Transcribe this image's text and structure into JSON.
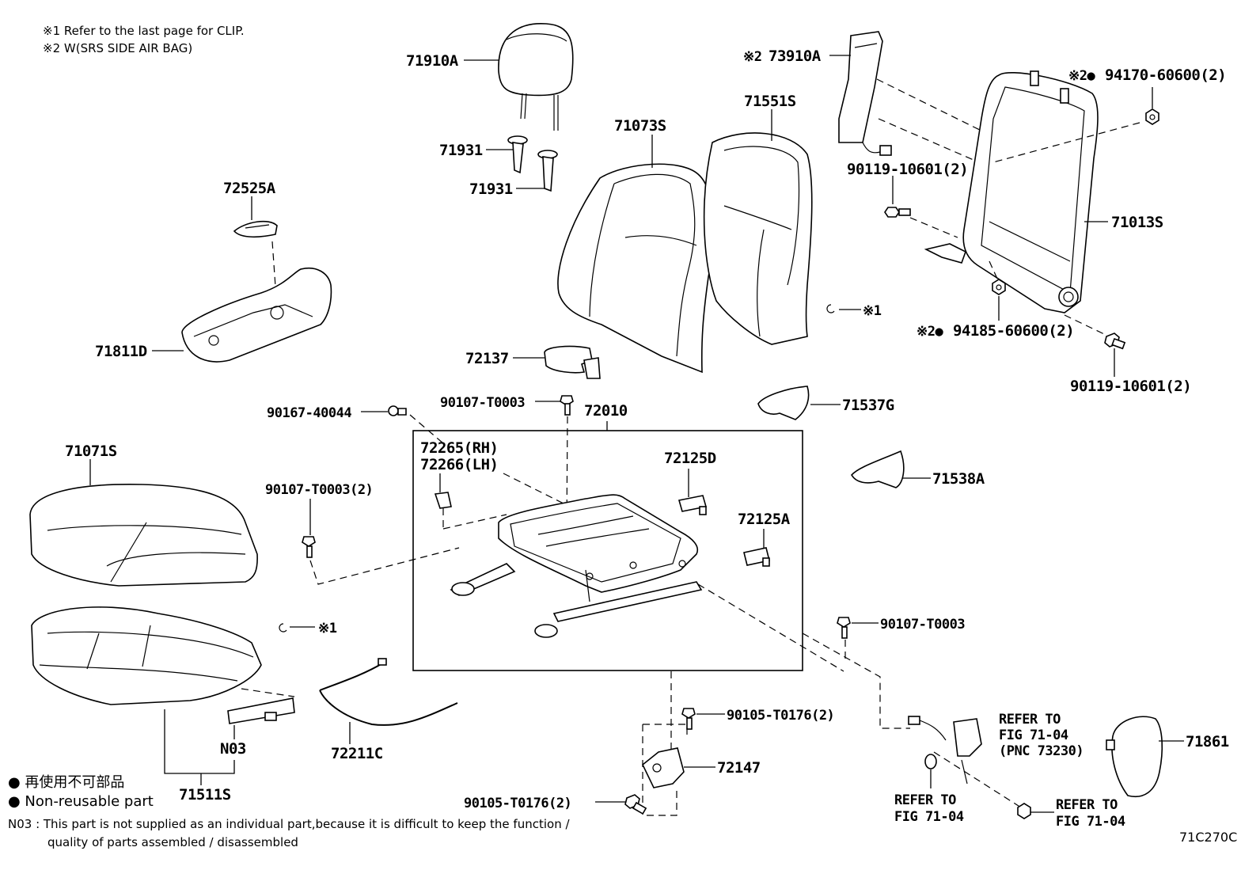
{
  "notes": {
    "note1": "※1 Refer to the last page for CLIP.",
    "note2": "※2 W(SRS SIDE AIR BAG)"
  },
  "labels": {
    "p71910A": "71910A",
    "p71931a": "71931",
    "p71931b": "71931",
    "p71073S": "71073S",
    "p71551S": "71551S",
    "p73910A": "73910A",
    "p73910A_mark": "※2",
    "p94170": "94170-60600(2)",
    "p94170_mark": "※2●",
    "p90119a": "90119-10601(2)",
    "p71013S": "71013S",
    "p72525A": "72525A",
    "p71811D": "71811D",
    "clip1": "※1",
    "p94185": "94185-60600(2)",
    "p94185_mark": "※2●",
    "p90119b": "90119-10601(2)",
    "p72137": "72137",
    "p90167": "90167-40044",
    "p90107a": "90107-T0003",
    "p72010": "72010",
    "p71537G": "71537G",
    "p71071S": "71071S",
    "p72265": "72265(RH)",
    "p72266": "72266(LH)",
    "p72125D": "72125D",
    "p71538A": "71538A",
    "p90107b": "90107-T0003(2)",
    "p72125A": "72125A",
    "clip2": "※1",
    "p90107c": "90107-T0003",
    "p90105a": "90105-T0176(2)",
    "p72211C": "72211C",
    "pN03": "N03",
    "p72147": "72147",
    "p71511S": "71511S",
    "p90105b": "90105-T0176(2)",
    "refer1_l1": "REFER TO",
    "refer1_l2": "FIG 71-04",
    "refer1_l3": "(PNC 73230)",
    "p71861": "71861",
    "refer2_l1": "REFER TO",
    "refer2_l2": "FIG 71-04",
    "refer3_l1": "REFER TO",
    "refer3_l2": "FIG 71-04"
  },
  "legend": {
    "jp": "● 再使用不可部品",
    "en": "● Non-reusable part"
  },
  "footnote": {
    "line1": "N03 : This part is not supplied as an individual part,because it is difficult to keep the function /",
    "line2": "quality of parts assembled / disassembled"
  },
  "figure_code": "71C270C"
}
